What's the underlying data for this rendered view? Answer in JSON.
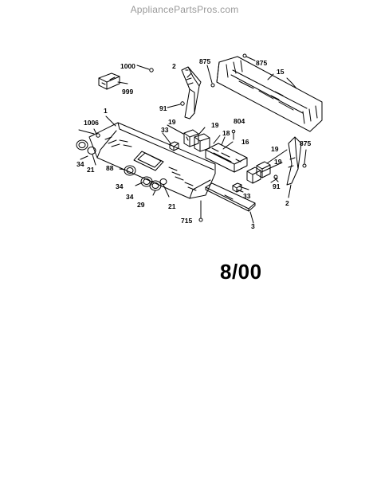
{
  "watermark": "AppliancePartsPros.com",
  "date_code": "8/00",
  "callouts": {
    "c1000": "1000",
    "c999": "999",
    "c2_top": "2",
    "c875_a": "875",
    "c875_b": "875",
    "c15": "15",
    "c1": "1",
    "c91_a": "91",
    "c804": "804",
    "c1006": "1006",
    "c19_a": "19",
    "c19_b": "19",
    "c33_a": "33",
    "c18": "18",
    "c16": "16",
    "c34_a": "34",
    "c21_a": "21",
    "c88": "88",
    "c34_b": "34",
    "c34_c": "34",
    "c29": "29",
    "c21_b": "21",
    "c19_c": "19",
    "c875_c": "875",
    "c19_d": "19",
    "c91_b": "91",
    "c33_b": "33",
    "c2_right": "2",
    "c715": "715",
    "c3": "3"
  }
}
